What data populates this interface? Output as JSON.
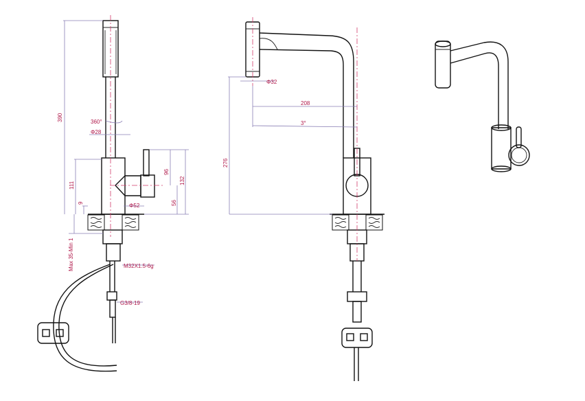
{
  "dimensions": {
    "height_390": "390",
    "rotation": "360°",
    "dia_28": "Φ28",
    "height_96": "96",
    "height_132": "132",
    "height_111": "111",
    "height_9": "9",
    "height_56": "56",
    "dia_52": "Φ52",
    "mount_thickness": "Max 35-Min 1",
    "thread_main": "M32X1.5-6g",
    "thread_hose": "G3/8-19",
    "dia_32": "Φ32",
    "reach_208": "208",
    "angle_3": "3°",
    "height_276": "276"
  },
  "colors": {
    "line": "#111111",
    "dimension": "#8a7fb5",
    "centerline": "#d23a6a",
    "label": "#b0184a"
  }
}
